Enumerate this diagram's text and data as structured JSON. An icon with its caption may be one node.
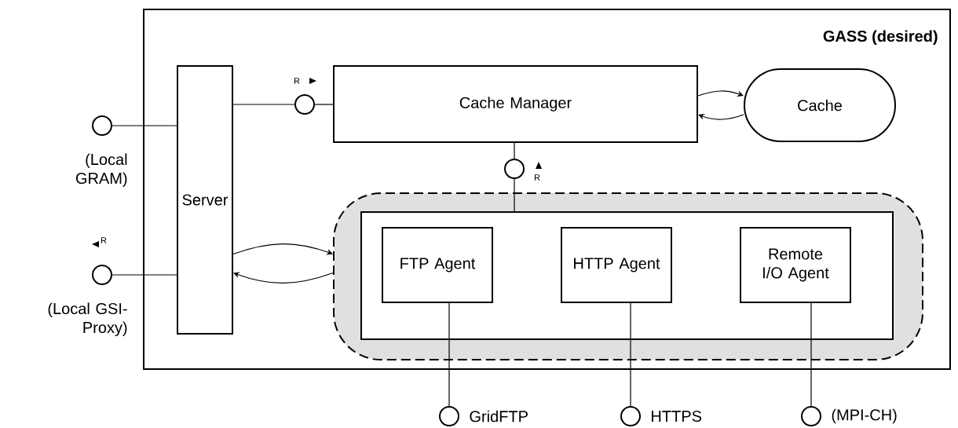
{
  "diagram": {
    "nodes": [
      {
        "text": [
          "GASS (desired)"
        ]
      },
      {
        "text": [
          "Server"
        ],
        "in": 0
      },
      {
        "text": [
          "Cache Manager"
        ],
        "in": 0
      },
      {
        "text": [
          "Cache"
        ],
        "in": 0
      },
      {
        "text": [],
        "shape": "box",
        "in": 0
      },
      {
        "text": [],
        "shape": "box",
        "in": 4
      },
      {
        "text": [
          "FTP Agent"
        ],
        "in": 5
      },
      {
        "text": [
          "HTTP Agent"
        ],
        "in": 5
      },
      {
        "text": [
          "Remote I/O Agent"
        ],
        "in": 5
      },
      {
        "text": [],
        "shape": "circle",
        "beside": [
          "(Local GRAM)"
        ]
      },
      {
        "text": [],
        "shape": "circle",
        "beside": [
          "(Local GSI-Proxy)"
        ]
      },
      {
        "text": [],
        "shape": "circle",
        "in": 0
      },
      {
        "text": [],
        "shape": "circle",
        "in": 0
      },
      {
        "text": [],
        "shape": "circle",
        "beside": [
          "GridFTP"
        ]
      },
      {
        "text": [],
        "shape": "circle",
        "beside": [
          "HTTPS"
        ]
      },
      {
        "text": [],
        "shape": "circle",
        "beside": [
          "(MPI-CH)"
        ]
      }
    ],
    "edges": [
      {
        "from": 9,
        "to": 1,
        "arrow": "none"
      },
      {
        "from": 10,
        "to": 1,
        "arrow": "none"
      },
      {
        "from": 1,
        "to": 11,
        "arrow": "none"
      },
      {
        "from": 11,
        "to": 2,
        "arrow": "none"
      },
      {
        "from": 2,
        "to": 12,
        "arrow": "none"
      },
      {
        "from": 12,
        "to": 5,
        "arrow": "none"
      },
      {
        "from": 2,
        "to": 3,
        "arrow": "to"
      },
      {
        "from": 3,
        "to": 2,
        "arrow": "to"
      },
      {
        "from": 1,
        "to": 4,
        "arrow": "to"
      },
      {
        "from": 4,
        "to": 1,
        "arrow": "to"
      },
      {
        "from": 6,
        "to": 13,
        "arrow": "none"
      },
      {
        "from": 7,
        "to": 14,
        "arrow": "none"
      },
      {
        "from": 8,
        "to": 15,
        "arrow": "none"
      }
    ],
    "labels": [
      "R",
      "R",
      "R"
    ]
  }
}
